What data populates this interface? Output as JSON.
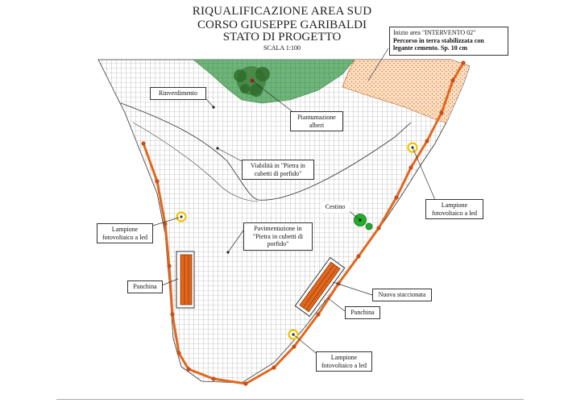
{
  "title": {
    "line1": "RIQUALIFICAZIONE AREA SUD",
    "line2": "CORSO GIUSEPPE GARIBALDI",
    "line3": "STATO DI PROGETTO",
    "scale": "SCALA 1:100"
  },
  "info": {
    "line1": "Inizio area \"INTERVENTO 02\"",
    "line2": "Percorso in terra stabilizzata con legante cemento. Sp. 10 cm"
  },
  "labels": {
    "rinverdimento": "Rinverdimento",
    "piantumazione": "Piantumazione alberi",
    "viabilita": "Viabilità in \"Pietra in cubetti di porfido\"",
    "pavimentazione": "Pavimentazione in \"Pietra in cubetti di porfido\"",
    "cestino": "Cestino",
    "lampione_left": "Lampione fotovoltaico a led",
    "lampione_right": "Lampione fotovoltaico a led",
    "lampione_bottom": "Lampione fotovoltaico a led",
    "panchina_left": "Panchina",
    "panchina_right": "Panchina",
    "staccionata": "Nuova staccionata"
  },
  "colors": {
    "fence": "#e2671c",
    "green_area": "#5fa86a",
    "orange_area": "#f0a060",
    "bin": "#1fae2a",
    "lamp_ring": "#f2c200",
    "grid": "#9a9a9a"
  }
}
